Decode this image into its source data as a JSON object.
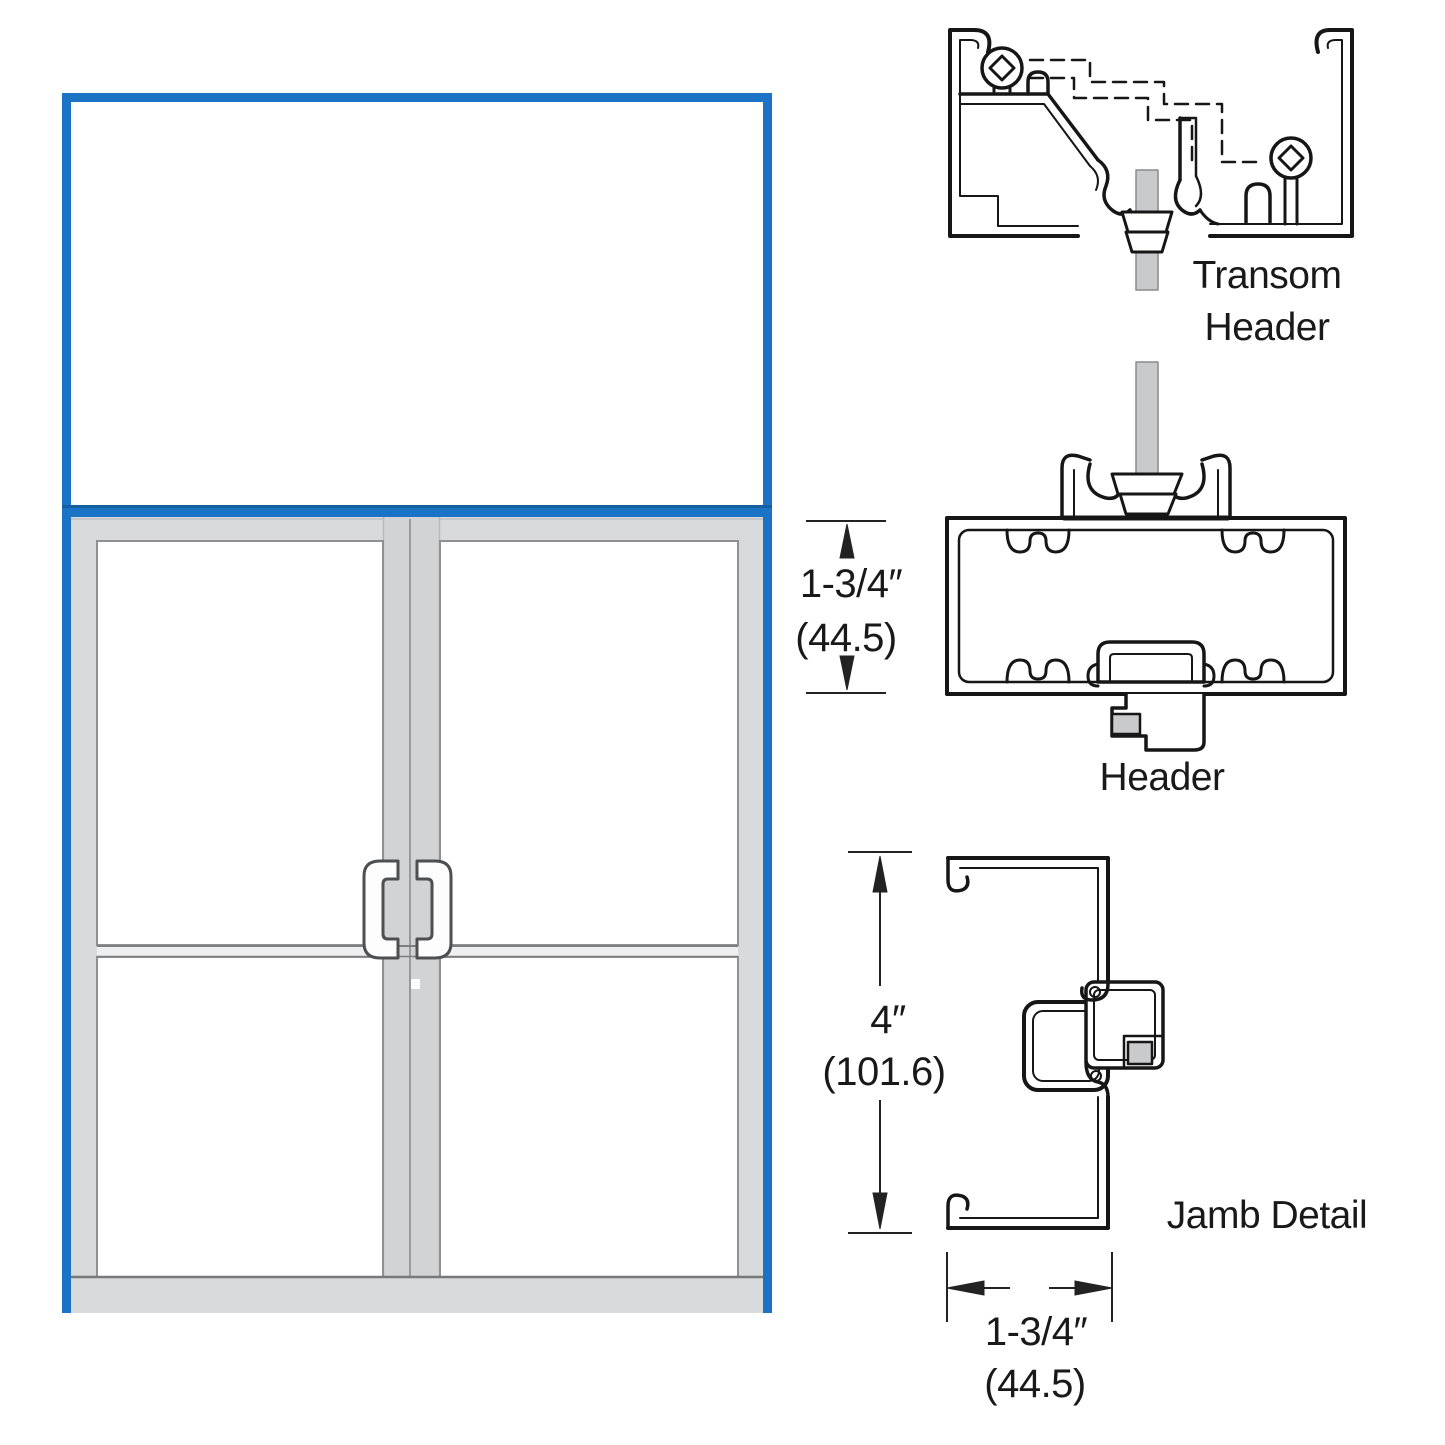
{
  "figure": {
    "type": "technical-diagram",
    "subject": "Storefront double door with transom and aluminum frame profile details"
  },
  "colors": {
    "frame_blue": "#1b73c5",
    "door_gray": "#d9dadb",
    "mullion_gray": "#d2d3d5",
    "drawing_line": "#161616",
    "glazing_gray": "#c9cacb",
    "glass_white": "#ffffff"
  },
  "labels": {
    "transom_header_line1": "Transom",
    "transom_header_line2": "Header",
    "header": "Header",
    "jamb": "Jamb Detail"
  },
  "dimensions": {
    "header_height": {
      "imperial": "1-3/4″",
      "metric": "(44.5)"
    },
    "jamb_depth": {
      "imperial": "4″",
      "metric": "(101.6)"
    },
    "jamb_face_width": {
      "imperial": "1-3/4″",
      "metric": "(44.5)"
    }
  }
}
